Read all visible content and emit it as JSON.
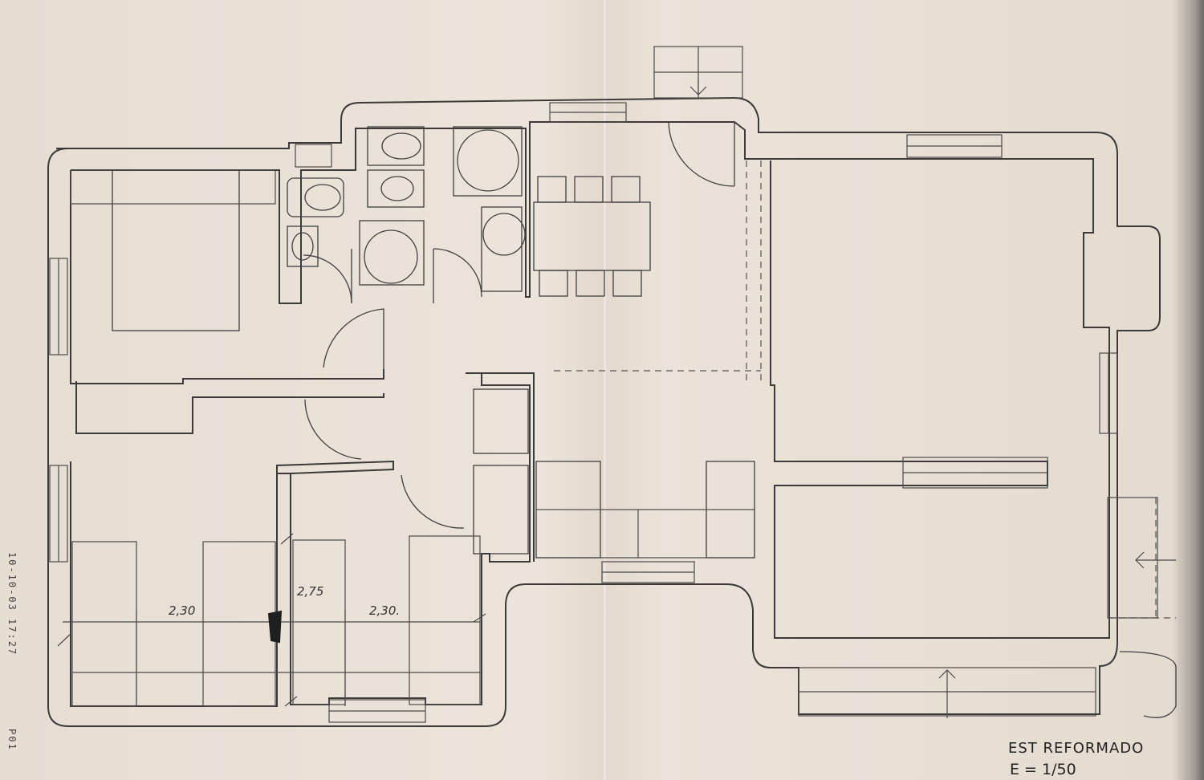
{
  "dimensions": {
    "left": "2,30",
    "center": "2,75",
    "right": "2,30."
  },
  "margin": {
    "timestamp": "10-10-03 17:27",
    "page_code": "P01"
  },
  "title_block": {
    "title": "EST REFORMADO",
    "scale": "E = 1/50"
  }
}
